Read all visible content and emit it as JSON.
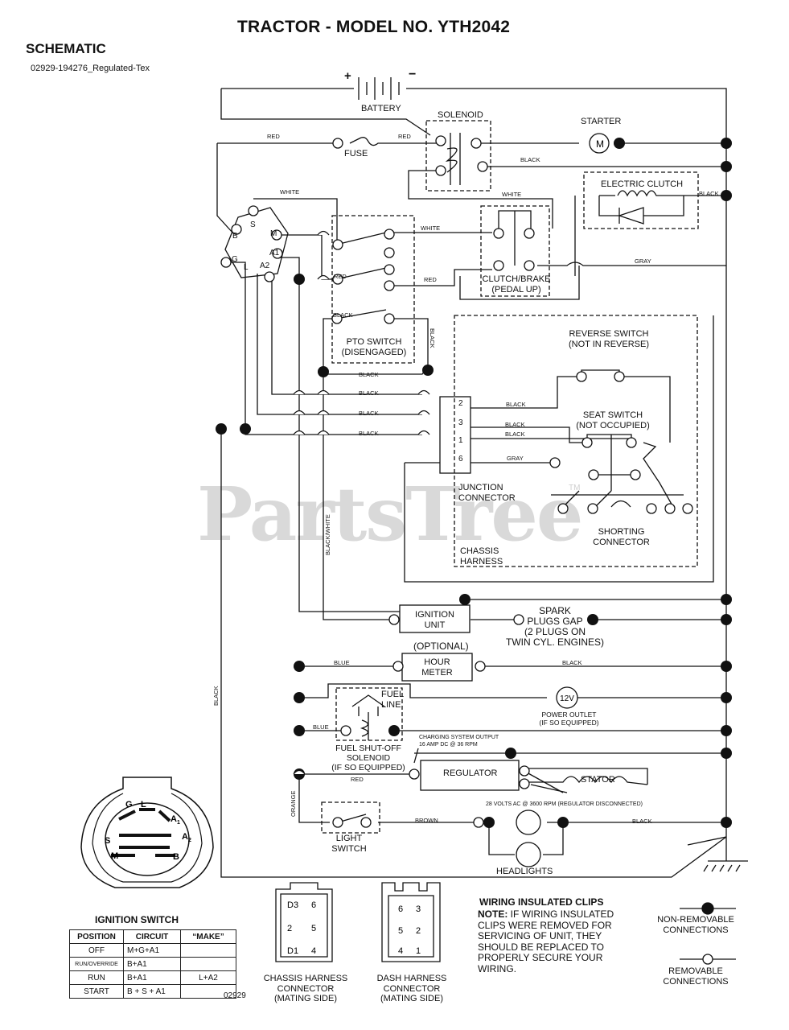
{
  "header": {
    "title": "TRACTOR - MODEL NO. YTH2042",
    "subtitle": "SCHEMATIC",
    "drawing_id": "02929-194276_Regulated-Tex"
  },
  "watermark": {
    "text": "PartsTree",
    "tm": "TM"
  },
  "components": {
    "battery": "BATTERY",
    "battery_plus": "+",
    "battery_minus": "−",
    "solenoid": "SOLENOID",
    "starter": "STARTER",
    "starter_symbol": "M",
    "fuse": "FUSE",
    "electric_clutch": "ELECTRIC CLUTCH",
    "clutch_brake_1": "CLUTCH/BRAKE",
    "clutch_brake_2": "(PEDAL UP)",
    "pto_switch_1": "PTO SWITCH",
    "pto_switch_2": "(DISENGAGED)",
    "reverse_switch_1": "REVERSE SWITCH",
    "reverse_switch_2": "(NOT IN REVERSE)",
    "seat_switch_1": "SEAT SWITCH",
    "seat_switch_2": "(NOT OCCUPIED)",
    "junction_1": "JUNCTION",
    "junction_2": "CONNECTOR",
    "shorting_1": "SHORTING",
    "shorting_2": "CONNECTOR",
    "chassis_1": "CHASSIS",
    "chassis_2": "HARNESS",
    "ignition_unit_1": "IGNITION",
    "ignition_unit_2": "UNIT",
    "spark_1": "SPARK",
    "spark_2": "PLUGS GAP",
    "spark_3": "(2 PLUGS ON",
    "spark_4": "TWIN CYL. ENGINES)",
    "optional": "(OPTIONAL)",
    "hour_meter_1": "HOUR",
    "hour_meter_2": "METER",
    "fuel_line_1": "FUEL",
    "fuel_line_2": "LINE",
    "power_outlet_symbol": "12V",
    "power_outlet_1": "POWER OUTLET",
    "power_outlet_2": "(IF SO EQUIPPED)",
    "fuel_sol_1": "FUEL SHUT-OFF",
    "fuel_sol_2": "SOLENOID",
    "fuel_sol_3": "(IF SO EQUIPPED)",
    "charging_1": "CHARGING SYSTEM OUTPUT",
    "charging_2": "16 AMP DC @ 36 RPM",
    "regulator": "REGULATOR",
    "stator": "STATOR",
    "stator_note": "28 VOLTS AC @ 3600 RPM (REGULATOR DISCONNECTED)",
    "light_switch_1": "LIGHT",
    "light_switch_2": "SWITCH",
    "headlights": "HEADLIGHTS",
    "ign_terminal_b": "B",
    "ign_terminal_s": "S",
    "ign_terminal_m": "M",
    "ign_terminal_g": "G",
    "ign_terminal_l": "L",
    "ign_terminal_a1": "A1",
    "ign_terminal_a2": "A2",
    "jc_pin_2": "2",
    "jc_pin_3": "3",
    "jc_pin_1": "1",
    "jc_pin_6": "6"
  },
  "wires": {
    "red_a": "RED",
    "red_b": "RED",
    "red_c": "RED",
    "red_d": "RED",
    "red_e": "RED",
    "black_a": "BLACK",
    "black_b": "BLACK",
    "black_c": "BLACK",
    "black_d": "BLACK",
    "black_e": "BLACK",
    "black_f": "BLACK",
    "black_g": "BLACK",
    "black_h": "BLACK",
    "black_i": "BLACK",
    "black_j": "BLACK",
    "black_k": "BLACK",
    "black_l": "BLACK",
    "black_m": "BLACK",
    "black_n": "BLACK",
    "white_a": "WHITE",
    "white_b": "WHITE",
    "white_c": "WHITE",
    "gray_a": "GRAY",
    "gray_b": "GRAY",
    "blue_a": "BLUE",
    "blue_b": "BLUE",
    "orange": "ORANGE",
    "brown": "BROWN",
    "black_white": "BLACK/WHITE"
  },
  "ignition_switch": {
    "title": "IGNITION SWITCH",
    "face_labels": {
      "g": "G",
      "l": "L",
      "a1": "A",
      "a1_sub": "1",
      "a2": "A",
      "a2_sub": "2",
      "s": "S",
      "m": "M",
      "b": "B"
    },
    "headers": [
      "POSITION",
      "CIRCUIT",
      "“MAKE”"
    ],
    "rows": [
      {
        "position": "OFF",
        "circuit": "M+G+A1",
        "make": ""
      },
      {
        "position": "RUN/OVERRIDE",
        "circuit": "B+A1",
        "make": ""
      },
      {
        "position": "RUN",
        "circuit": "B+A1",
        "make": "L+A2"
      },
      {
        "position": "START",
        "circuit": "B + S + A1",
        "make": ""
      }
    ]
  },
  "connectors": {
    "chassis_1": "CHASSIS HARNESS",
    "chassis_2": "CONNECTOR",
    "chassis_3": "(MATING SIDE)",
    "dash_1": "DASH HARNESS",
    "dash_2": "CONNECTOR",
    "dash_3": "(MATING SIDE)",
    "chassis_pins": [
      "D3",
      "6",
      "2",
      "5",
      "D1",
      "4"
    ],
    "dash_pins": [
      "6",
      "3",
      "5",
      "2",
      "4",
      "1"
    ],
    "footer_code": "02929"
  },
  "notes": {
    "clips_title": "WIRING INSULATED CLIPS",
    "clips_note_bold": "NOTE:",
    "clips_note_lines": [
      " IF WIRING INSULATED",
      "CLIPS WERE REMOVED FOR",
      "SERVICING OF UNIT, THEY",
      "SHOULD BE REPLACED TO",
      "PROPERLY SECURE YOUR",
      " WIRING."
    ]
  },
  "legend": {
    "nonremovable_1": "NON-REMOVABLE",
    "nonremovable_2": "CONNECTIONS",
    "removable_1": "REMOVABLE",
    "removable_2": "CONNECTIONS"
  }
}
